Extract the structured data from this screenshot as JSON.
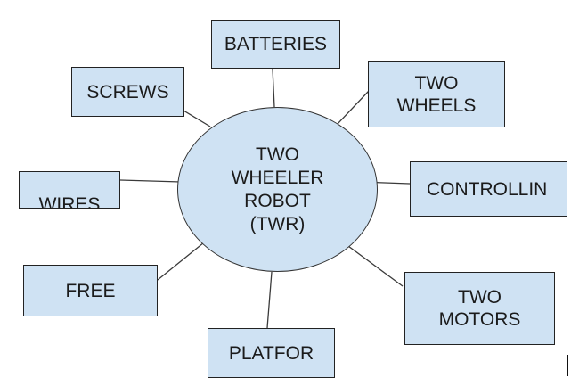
{
  "colors": {
    "box_fill": "#cfe2f3",
    "hub_fill": "#cfe2f3",
    "line": "#3a3a3a"
  },
  "hub": {
    "label": "TWO\nWHEELER\nROBOT\n(TWR)"
  },
  "nodes": {
    "batteries": "BATTERIES",
    "screws": "SCREWS",
    "two_wheels": "TWO\nWHEELS",
    "wires": "WIRES",
    "controlling": "CONTROLLIN",
    "free": "FREE",
    "two_motors": "TWO\nMOTORS",
    "platform": "PLATFOR"
  }
}
